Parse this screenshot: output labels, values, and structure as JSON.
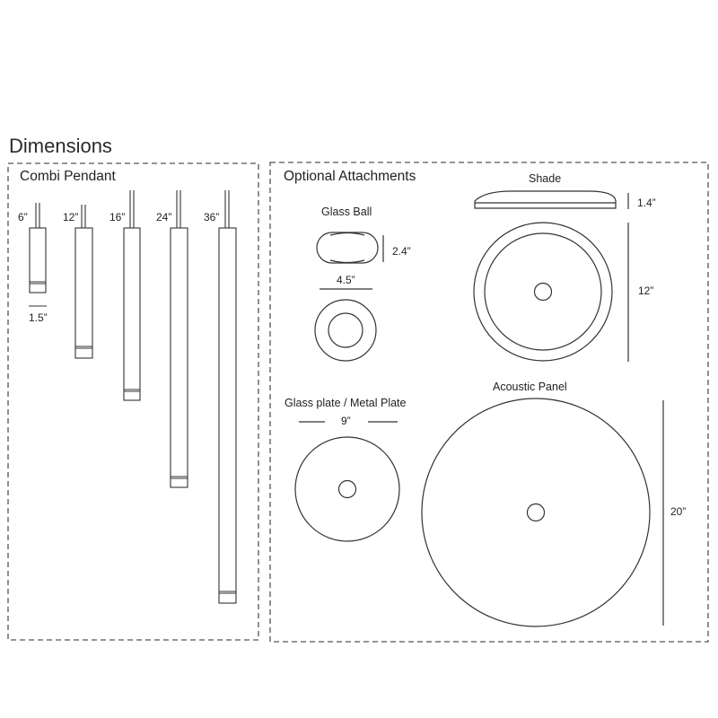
{
  "title": "Dimensions",
  "pendant": {
    "heading": "Combi Pendant",
    "sizes": [
      "6”",
      "12”",
      "16”",
      "24”",
      "36”"
    ],
    "width_label": "1.5”"
  },
  "attachments": {
    "heading": "Optional Attachments",
    "glass_ball": {
      "label": "Glass Ball",
      "height": "2.4”",
      "width": "4.5”"
    },
    "shade": {
      "label": "Shade",
      "height": "1.4”",
      "diameter": "12”"
    },
    "glass_plate": {
      "label": "Glass plate  / Metal Plate",
      "diameter": "9”"
    },
    "acoustic_panel": {
      "label": "Acoustic Panel",
      "diameter": "20”"
    }
  },
  "colors": {
    "line": "#333333",
    "dashed_border": "#555555",
    "text": "#222222"
  }
}
